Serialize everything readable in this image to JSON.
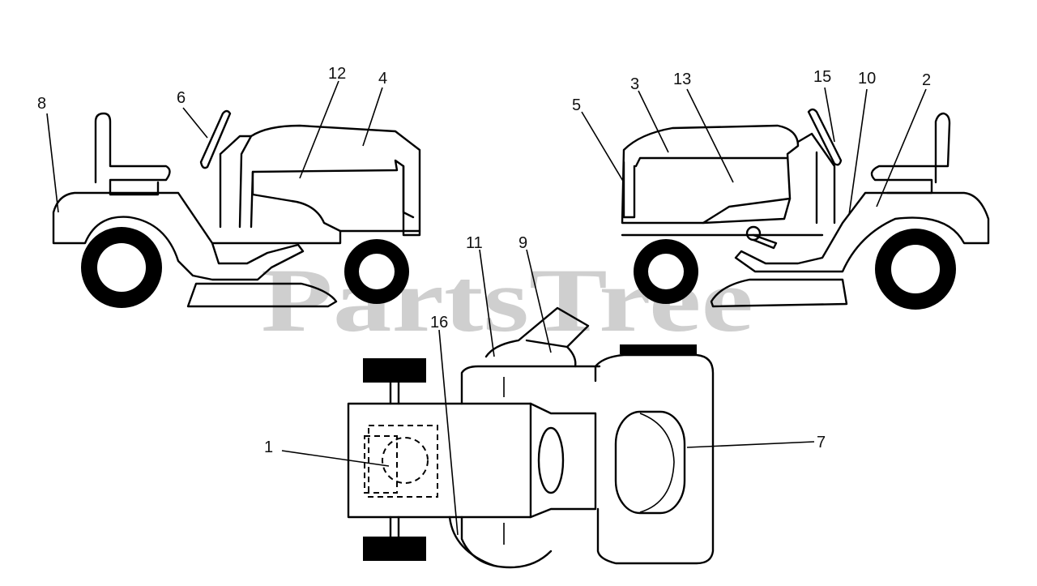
{
  "watermark": "PartsTree",
  "callouts": {
    "c1": "1",
    "c2": "2",
    "c3": "3",
    "c4": "4",
    "c5": "5",
    "c6": "6",
    "c7": "7",
    "c8": "8",
    "c9": "9",
    "c10": "10",
    "c11": "11",
    "c12": "12",
    "c13": "13",
    "c15": "15",
    "c16": "16"
  }
}
